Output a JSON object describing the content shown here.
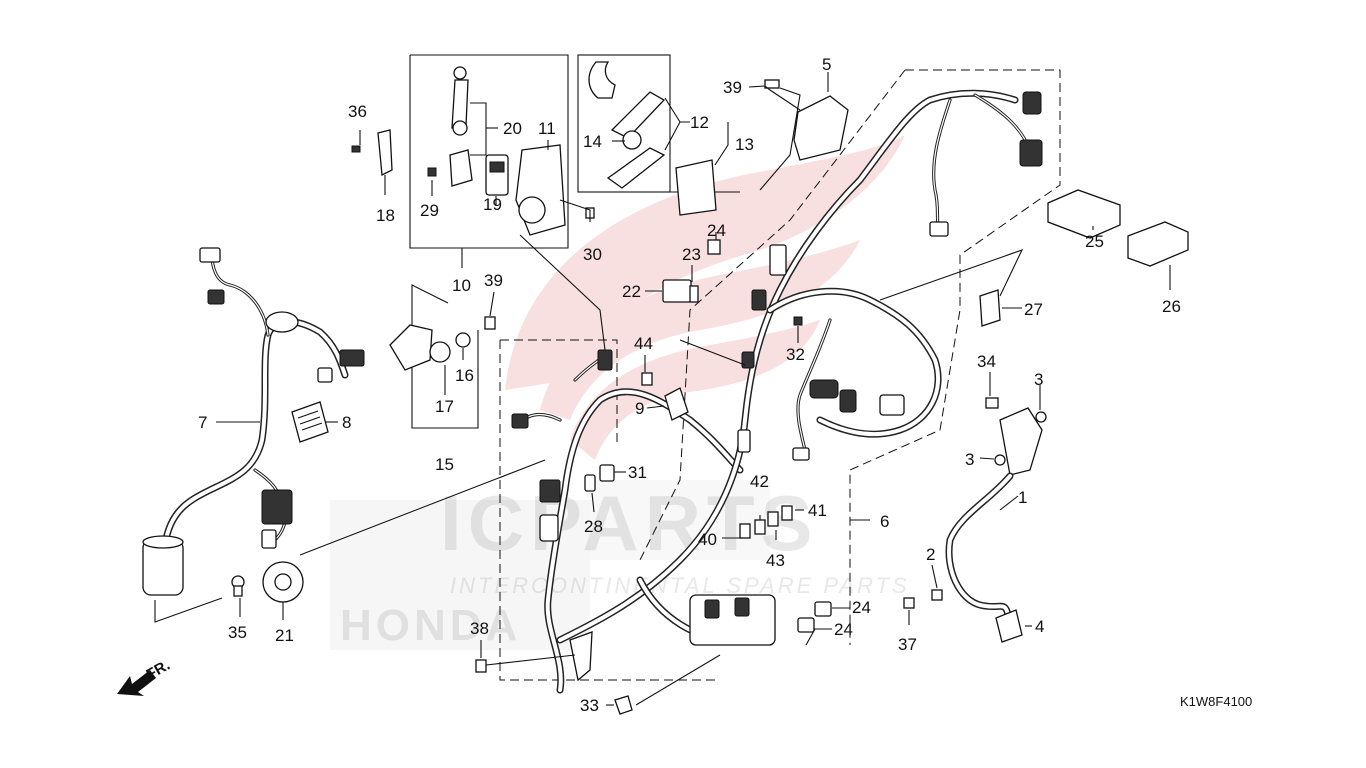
{
  "diagram": {
    "code": "K1W8F4100",
    "direction_label": "FR.",
    "watermark": {
      "logo_text": "HONDA",
      "brand": "ICPARTS",
      "tagline": "INTERCONTINENTAL SPARE PARTS"
    },
    "callouts": [
      "1",
      "2",
      "3",
      "3",
      "4",
      "5",
      "6",
      "7",
      "8",
      "9",
      "10",
      "11",
      "12",
      "13",
      "14",
      "15",
      "16",
      "17",
      "18",
      "19",
      "20",
      "21",
      "22",
      "23",
      "24",
      "24",
      "24",
      "25",
      "26",
      "27",
      "28",
      "29",
      "30",
      "31",
      "32",
      "33",
      "34",
      "35",
      "36",
      "37",
      "38",
      "39",
      "39",
      "40",
      "41",
      "42",
      "43",
      "44"
    ]
  },
  "colors": {
    "ink": "#111111",
    "watermark_red": "#d93a3a",
    "watermark_gray": "#8c8c8c"
  }
}
